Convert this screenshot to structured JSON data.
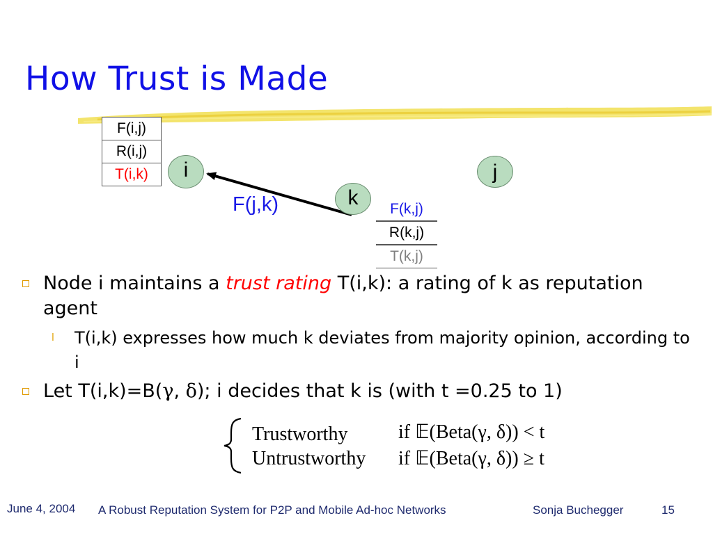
{
  "slide": {
    "title": "How Trust is Made"
  },
  "diagram": {
    "table_i": [
      "F(i,j)",
      "R(i,j)",
      "T(i,k)"
    ],
    "table_k": [
      "F(k,j)",
      "R(k,j)",
      "T(k,j)"
    ],
    "nodes": {
      "i": "i",
      "j": "j",
      "k": "k"
    },
    "arrow_label": "F(j,k)",
    "colors": {
      "node_fill": "#b9dcbf",
      "blue_text": "#1a1ae6",
      "red_text": "#ff0000",
      "gray_text": "#808080",
      "highlight": "#f2e15c"
    }
  },
  "bullets": {
    "b1_prefix": "Node i maintains a ",
    "b1_emph": "trust rating",
    "b1_suffix": " T(i,k): a rating of k as reputation agent",
    "b2": "T(i,k) expresses how much k deviates from majority opinion, according to i",
    "b3_prefix": "Let T(i,k)=B(",
    "b3_gamma": "γ",
    "b3_sep": ", ",
    "b3_delta": "δ",
    "b3_suffix": "); i decides that k is (with t =0.25 to 1)"
  },
  "formula": {
    "case1_label": "Trustworthy",
    "case2_label": "Untrustworthy",
    "case1_cond": "if 𝔼(Beta(γ, δ)) < t",
    "case2_cond": "if 𝔼(Beta(γ, δ)) ≥ t"
  },
  "footer": {
    "date": "June 4, 2004",
    "title": "A Robust Reputation System for P2P and   Mobile Ad-hoc Networks",
    "author": "Sonja Buchegger",
    "page": "15"
  }
}
